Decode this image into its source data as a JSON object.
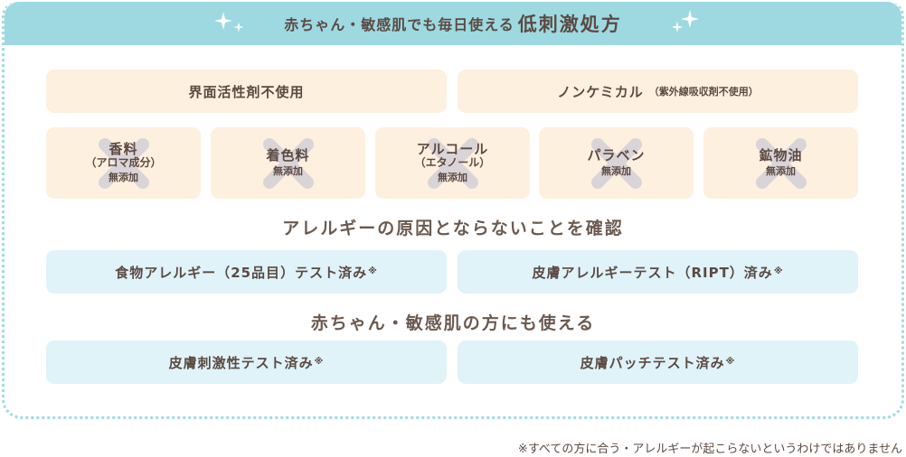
{
  "header": {
    "title_small": "赤ちゃん・敏感肌でも毎日使える",
    "title_large": "低刺激処方"
  },
  "free_from": {
    "wide_items": [
      {
        "label": "界面活性剤不使用",
        "note": ""
      },
      {
        "label": "ノンケミカル",
        "note": "（紫外線吸収剤不使用）"
      }
    ],
    "small_items": [
      {
        "main": "香料",
        "sub": "（アロマ成分）",
        "badge": "無添加"
      },
      {
        "main": "着色料",
        "sub": "",
        "badge": "無添加"
      },
      {
        "main": "アルコール",
        "sub": "（エタノール）",
        "badge": "無添加"
      },
      {
        "main": "パラベン",
        "sub": "",
        "badge": "無添加"
      },
      {
        "main": "鉱物油",
        "sub": "",
        "badge": "無添加"
      }
    ]
  },
  "allergy_section": {
    "title": "アレルギーの原因とならないことを確認",
    "items": [
      {
        "label": "食物アレルギー（25品目）テスト済み",
        "mark": "※"
      },
      {
        "label": "皮膚アレルギーテスト（RIPT）済み",
        "mark": "※"
      }
    ]
  },
  "sensitive_section": {
    "title": "赤ちゃん・敏感肌の方にも使える",
    "items": [
      {
        "label": "皮膚刺激性テスト済み",
        "mark": "※"
      },
      {
        "label": "皮膚パッチテスト済み",
        "mark": "※"
      }
    ]
  },
  "footnote": "※すべての方に合う・アレルギーが起こらないというわけではありません",
  "colors": {
    "header_bg": "#9ed9e1",
    "cream_pill": "#fdf0de",
    "blue_pill": "#dff3f9",
    "x_mark": "#d9d4d8",
    "text": "#5c4a42"
  }
}
